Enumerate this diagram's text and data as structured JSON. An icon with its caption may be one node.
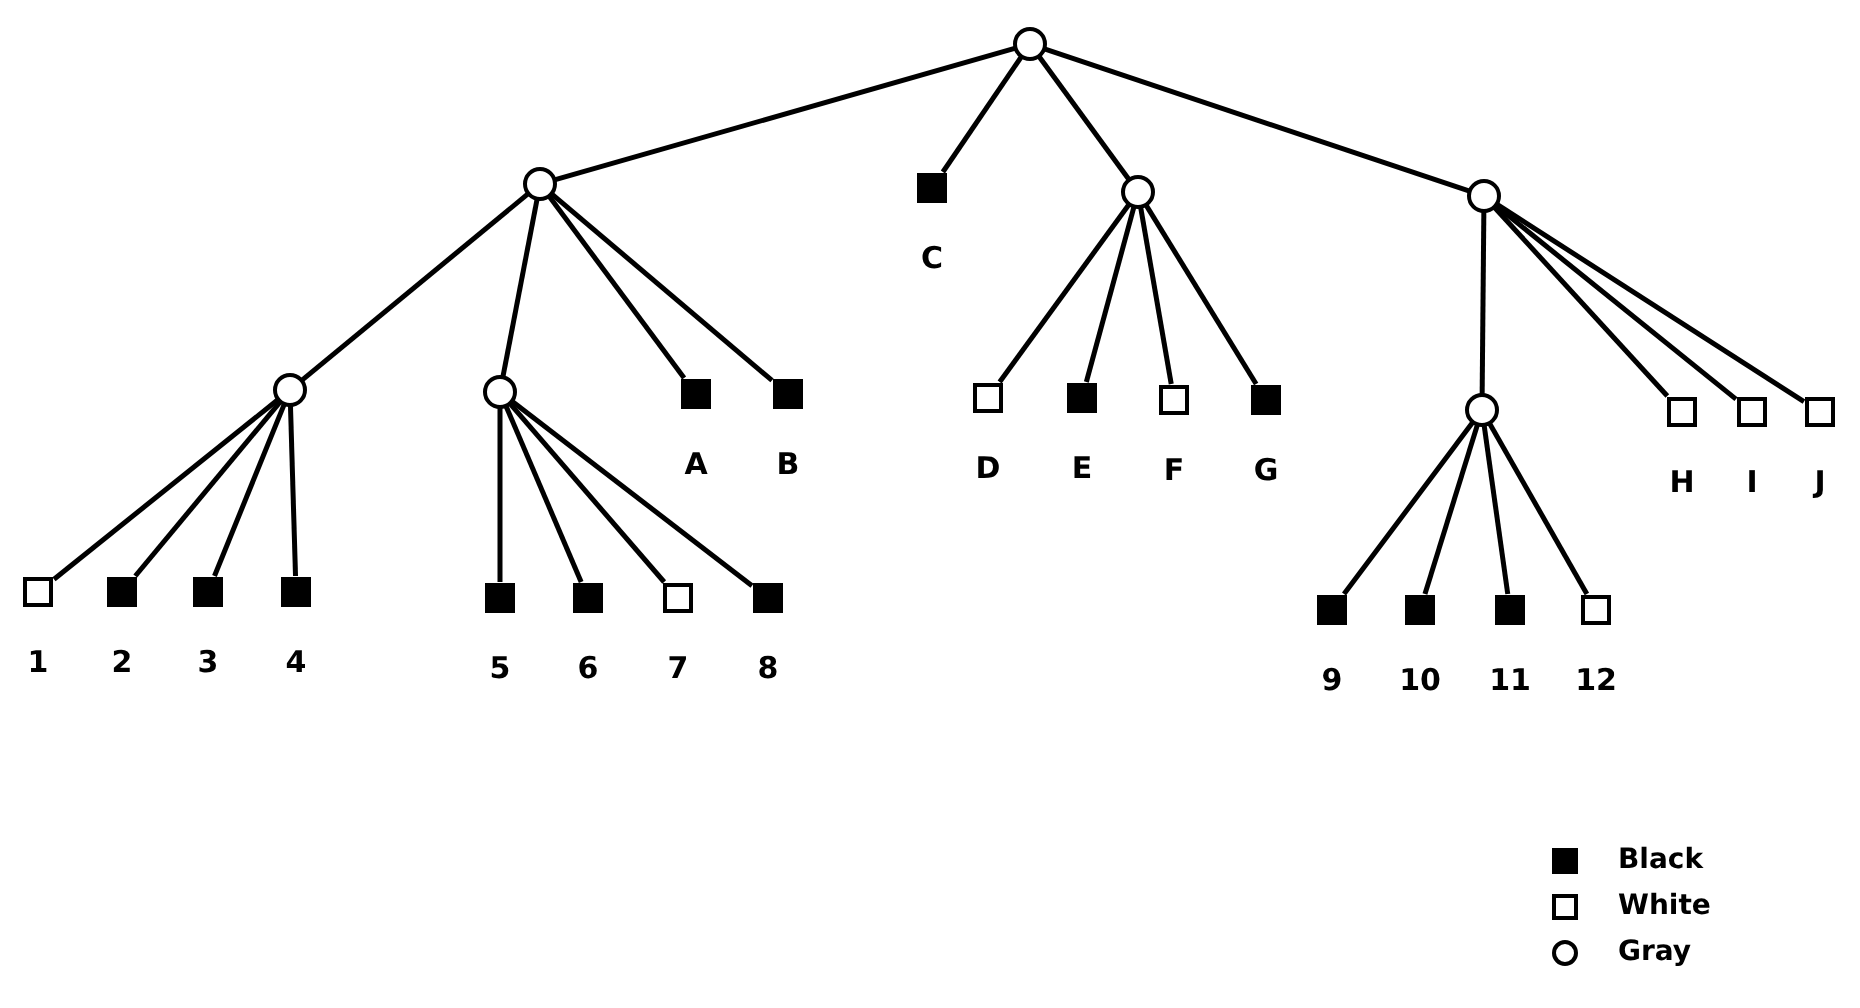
{
  "diagram": {
    "nodes": [
      {
        "text": [],
        "shape": "circle"
      },
      {
        "text": [],
        "shape": "circle"
      },
      {
        "text": [],
        "shape": "box",
        "beside": [
          "C"
        ]
      },
      {
        "text": [],
        "shape": "circle"
      },
      {
        "text": [],
        "shape": "circle"
      },
      {
        "text": [],
        "shape": "circle"
      },
      {
        "text": [],
        "shape": "circle"
      },
      {
        "text": [],
        "shape": "box",
        "beside": [
          "A"
        ]
      },
      {
        "text": [],
        "shape": "box",
        "beside": [
          "B"
        ]
      },
      {
        "text": [],
        "shape": "box",
        "beside": [
          "D"
        ]
      },
      {
        "text": [],
        "shape": "box",
        "beside": [
          "E"
        ]
      },
      {
        "text": [],
        "shape": "box",
        "beside": [
          "F"
        ]
      },
      {
        "text": [],
        "shape": "box",
        "beside": [
          "G"
        ]
      },
      {
        "text": [],
        "shape": "circle"
      },
      {
        "text": [],
        "shape": "box",
        "beside": [
          "H"
        ]
      },
      {
        "text": [],
        "shape": "box",
        "beside": [
          "I"
        ]
      },
      {
        "text": [],
        "shape": "box",
        "beside": [
          "J"
        ]
      },
      {
        "text": [],
        "shape": "box",
        "beside": [
          "1"
        ]
      },
      {
        "text": [],
        "shape": "box",
        "beside": [
          "2"
        ]
      },
      {
        "text": [],
        "shape": "box",
        "beside": [
          "3"
        ]
      },
      {
        "text": [],
        "shape": "box",
        "beside": [
          "4"
        ]
      },
      {
        "text": [],
        "shape": "box",
        "beside": [
          "5"
        ]
      },
      {
        "text": [],
        "shape": "box",
        "beside": [
          "6"
        ]
      },
      {
        "text": [],
        "shape": "box",
        "beside": [
          "7"
        ]
      },
      {
        "text": [],
        "shape": "box",
        "beside": [
          "8"
        ]
      },
      {
        "text": [],
        "shape": "box",
        "beside": [
          "9"
        ]
      },
      {
        "text": [],
        "shape": "box",
        "beside": [
          "10"
        ]
      },
      {
        "text": [],
        "shape": "box",
        "beside": [
          "11"
        ]
      },
      {
        "text": [],
        "shape": "box",
        "beside": [
          "12"
        ]
      }
    ],
    "edges": [
      {
        "from": 0,
        "to": 1,
        "arrow": "none"
      },
      {
        "from": 0,
        "to": 2,
        "arrow": "none"
      },
      {
        "from": 0,
        "to": 3,
        "arrow": "none"
      },
      {
        "from": 0,
        "to": 4,
        "arrow": "none"
      },
      {
        "from": 1,
        "to": 5,
        "arrow": "none"
      },
      {
        "from": 1,
        "to": 6,
        "arrow": "none"
      },
      {
        "from": 1,
        "to": 7,
        "arrow": "none"
      },
      {
        "from": 1,
        "to": 8,
        "arrow": "none"
      },
      {
        "from": 3,
        "to": 9,
        "arrow": "none"
      },
      {
        "from": 3,
        "to": 10,
        "arrow": "none"
      },
      {
        "from": 3,
        "to": 11,
        "arrow": "none"
      },
      {
        "from": 3,
        "to": 12,
        "arrow": "none"
      },
      {
        "from": 4,
        "to": 13,
        "arrow": "none"
      },
      {
        "from": 4,
        "to": 14,
        "arrow": "none"
      },
      {
        "from": 4,
        "to": 15,
        "arrow": "none"
      },
      {
        "from": 4,
        "to": 16,
        "arrow": "none"
      },
      {
        "from": 5,
        "to": 17,
        "arrow": "none"
      },
      {
        "from": 5,
        "to": 18,
        "arrow": "none"
      },
      {
        "from": 5,
        "to": 19,
        "arrow": "none"
      },
      {
        "from": 5,
        "to": 20,
        "arrow": "none"
      },
      {
        "from": 6,
        "to": 21,
        "arrow": "none"
      },
      {
        "from": 6,
        "to": 22,
        "arrow": "none"
      },
      {
        "from": 6,
        "to": 23,
        "arrow": "none"
      },
      {
        "from": 6,
        "to": 24,
        "arrow": "none"
      },
      {
        "from": 13,
        "to": 25,
        "arrow": "none"
      },
      {
        "from": 13,
        "to": 26,
        "arrow": "none"
      },
      {
        "from": 13,
        "to": 27,
        "arrow": "none"
      },
      {
        "from": 13,
        "to": 28,
        "arrow": "none"
      }
    ],
    "legend": [
      {
        "text": "Black",
        "color": "#000000"
      },
      {
        "text": "White",
        "color": "#ffffff"
      },
      {
        "text": "Gray"
      }
    ]
  }
}
